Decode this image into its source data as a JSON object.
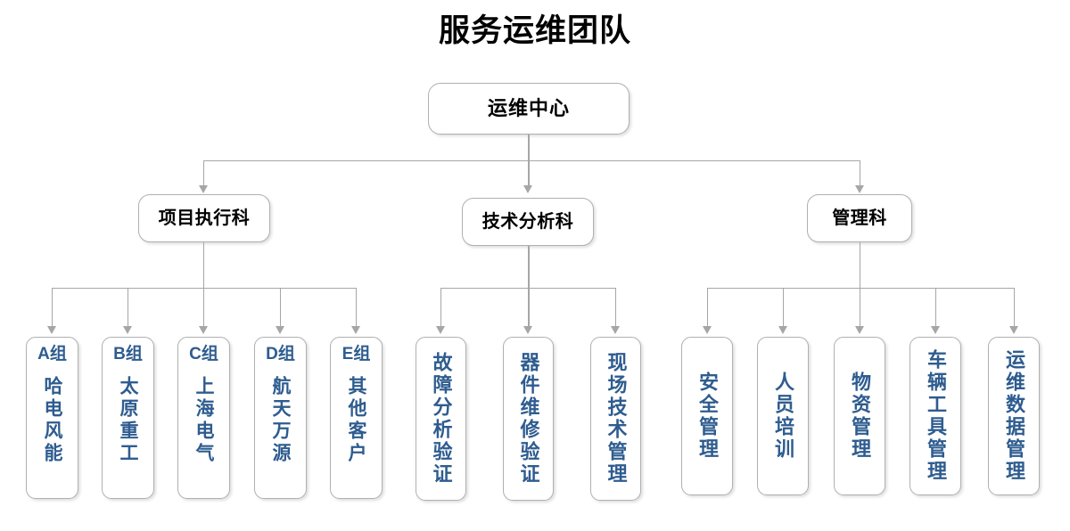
{
  "title": "服务运维团队",
  "root": {
    "label": "运维中心"
  },
  "departments": [
    {
      "label": "项目执行科"
    },
    {
      "label": "技术分析科"
    },
    {
      "label": "管理科"
    }
  ],
  "project_teams": [
    {
      "code": "A组",
      "name": "哈电风能"
    },
    {
      "code": "B组",
      "name": "太原重工"
    },
    {
      "code": "C组",
      "name": "上海电气"
    },
    {
      "code": "D组",
      "name": "航天万源"
    },
    {
      "code": "E组",
      "name": "其他客户"
    }
  ],
  "tech_functions": [
    {
      "name": "故障分析验证"
    },
    {
      "name": "器件维修验证"
    },
    {
      "name": "现场技术管理"
    }
  ],
  "management_functions": [
    {
      "name": "安全管理"
    },
    {
      "name": "人员培训"
    },
    {
      "name": "物资管理"
    },
    {
      "name": "车辆工具管理"
    },
    {
      "name": "运维数据管理"
    }
  ],
  "colors": {
    "title_text": "#000000",
    "node_text": "#000000",
    "leaf_text": "#2e5c8f",
    "node_border": "#b0b0b0",
    "connector": "#a6a6a6",
    "background": "#ffffff"
  }
}
